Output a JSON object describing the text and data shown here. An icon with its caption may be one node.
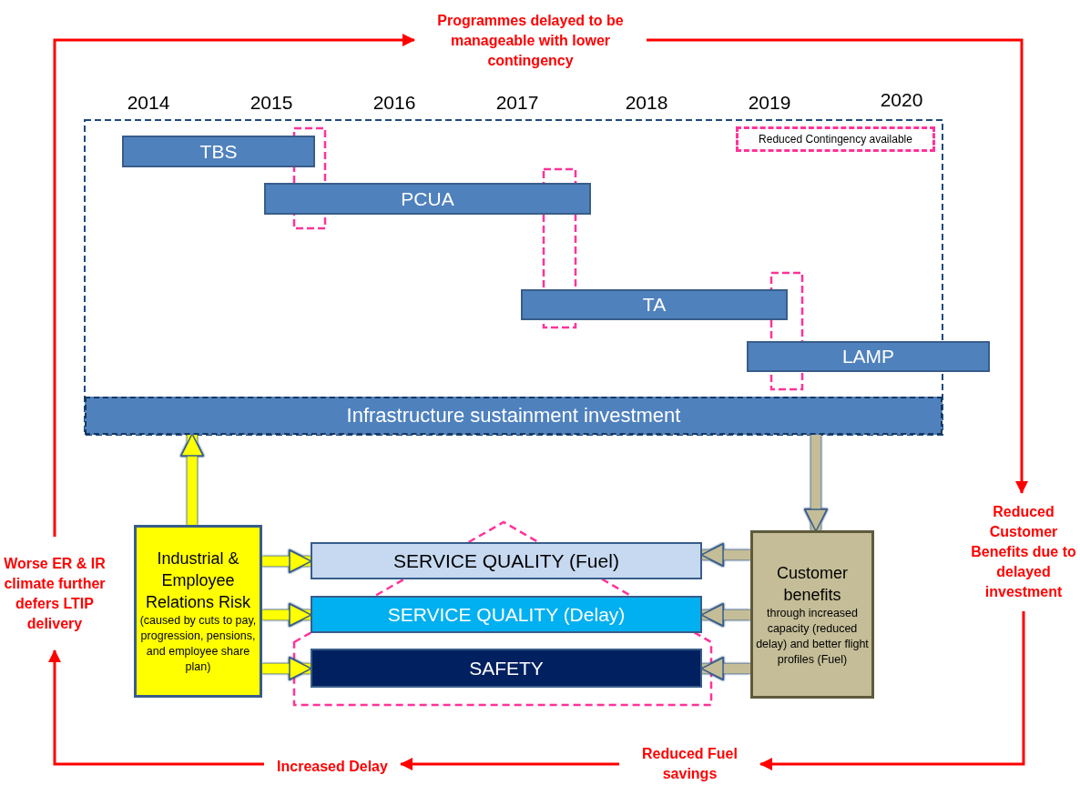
{
  "diagram": {
    "nodes": [
      {
        "text": [
          "Programmes delayed to be manageable with lower contingency"
        ]
      },
      {
        "text": [
          "Reduced Contingency available"
        ]
      },
      {
        "text": [
          "TBS"
        ]
      },
      {
        "text": [
          "PCUA"
        ]
      },
      {
        "text": [
          "TA"
        ]
      },
      {
        "text": [
          "LAMP"
        ]
      },
      {
        "text": [
          "Infrastructure sustainment investment"
        ]
      },
      {
        "text": [
          "Reduced Customer Benefits due to delayed investment"
        ]
      },
      {
        "text": [
          "Worse ER & IR climate further defers LTIP delivery"
        ]
      },
      {
        "text": [
          "Industrial & Employee Relations Risk",
          "(caused by cuts to pay, progression, pensions, and employee share plan)"
        ]
      },
      {
        "text": [
          "SERVICE QUALITY (Fuel)"
        ]
      },
      {
        "text": [
          "SERVICE QUALITY (Delay)"
        ]
      },
      {
        "text": [
          "SAFETY"
        ]
      },
      {
        "text": [
          "Customer benefits",
          "through increased capacity (reduced delay) and better flight profiles (Fuel)"
        ]
      },
      {
        "text": [
          "Increased Delay"
        ]
      },
      {
        "text": [
          "Reduced Fuel savings"
        ]
      }
    ],
    "edges": [
      {
        "from": 8,
        "to": 0,
        "arrow": "to",
        "color": "#ff0000"
      },
      {
        "from": 0,
        "to": 7,
        "arrow": "to",
        "color": "#ff0000"
      },
      {
        "from": 7,
        "to": 15,
        "arrow": "to",
        "color": "#ff0000"
      },
      {
        "from": 15,
        "to": 14,
        "arrow": "to",
        "color": "#ff0000"
      },
      {
        "from": 14,
        "to": 8,
        "arrow": "to",
        "color": "#ff0000"
      },
      {
        "from": 9,
        "to": 6,
        "arrow": "to",
        "color": "#ffff00"
      },
      {
        "from": 9,
        "to": 10,
        "arrow": "to",
        "color": "#ffff00"
      },
      {
        "from": 9,
        "to": 11,
        "arrow": "to",
        "color": "#ffff00"
      },
      {
        "from": 9,
        "to": 12,
        "arrow": "to",
        "color": "#ffff00"
      },
      {
        "from": 6,
        "to": 13,
        "arrow": "to",
        "color": "#c4bd97"
      },
      {
        "from": 13,
        "to": 10,
        "arrow": "to",
        "color": "#c4bd97"
      },
      {
        "from": 13,
        "to": 11,
        "arrow": "to",
        "color": "#c4bd97"
      },
      {
        "from": 13,
        "to": 12,
        "arrow": "to",
        "color": "#c4bd97"
      }
    ],
    "labels": [
      "2014",
      "2015",
      "2016",
      "2017",
      "2018",
      "2019",
      "2020"
    ]
  }
}
